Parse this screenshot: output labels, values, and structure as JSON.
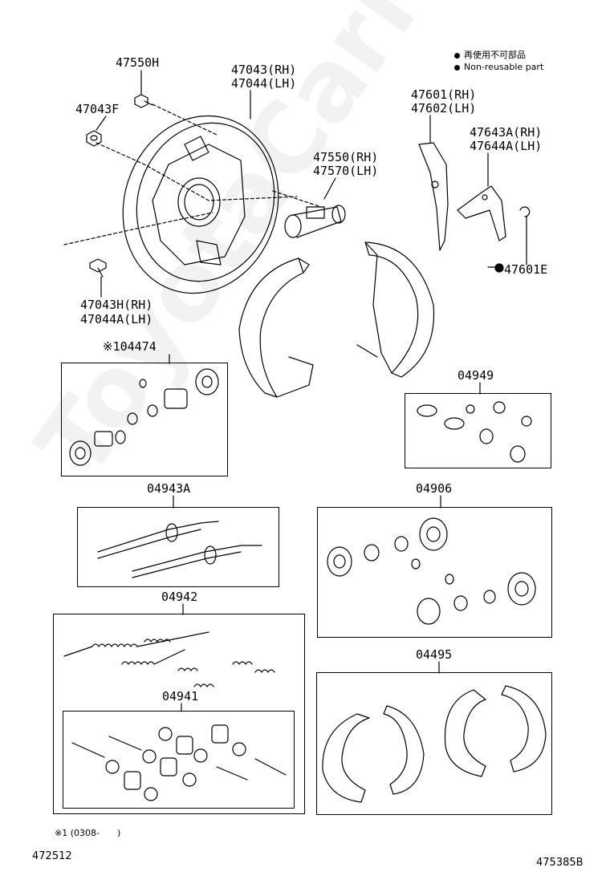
{
  "legend": {
    "item1": "再使用不可部品",
    "item2": "Non-reusable part"
  },
  "labels": {
    "p47550h": "47550H",
    "p47043f": "47043F",
    "p47043rh": "47043(RH)",
    "p47044lh": "47044(LH)",
    "p47550rh": "47550(RH)",
    "p47570lh": "47570(LH)",
    "p47601rh": "47601(RH)",
    "p47602lh": "47602(LH)",
    "p47643arh": "47643A(RH)",
    "p47644alh": "47644A(LH)",
    "p47601e": "47601E",
    "p47043hrh": "47043H(RH)",
    "p47044alh": "47044A(LH)",
    "p04474": "※104474",
    "p04949": "04949",
    "p04943a": "04943A",
    "p04906": "04906",
    "p04942": "04942",
    "p04495": "04495",
    "p04941": "04941"
  },
  "footnote": "※1 (0308-　　)",
  "diagram_id_left": "472512",
  "diagram_id_right": "475385B",
  "watermark": "ToyotaCarMart.ru",
  "colors": {
    "line": "#000000",
    "background": "#ffffff"
  }
}
